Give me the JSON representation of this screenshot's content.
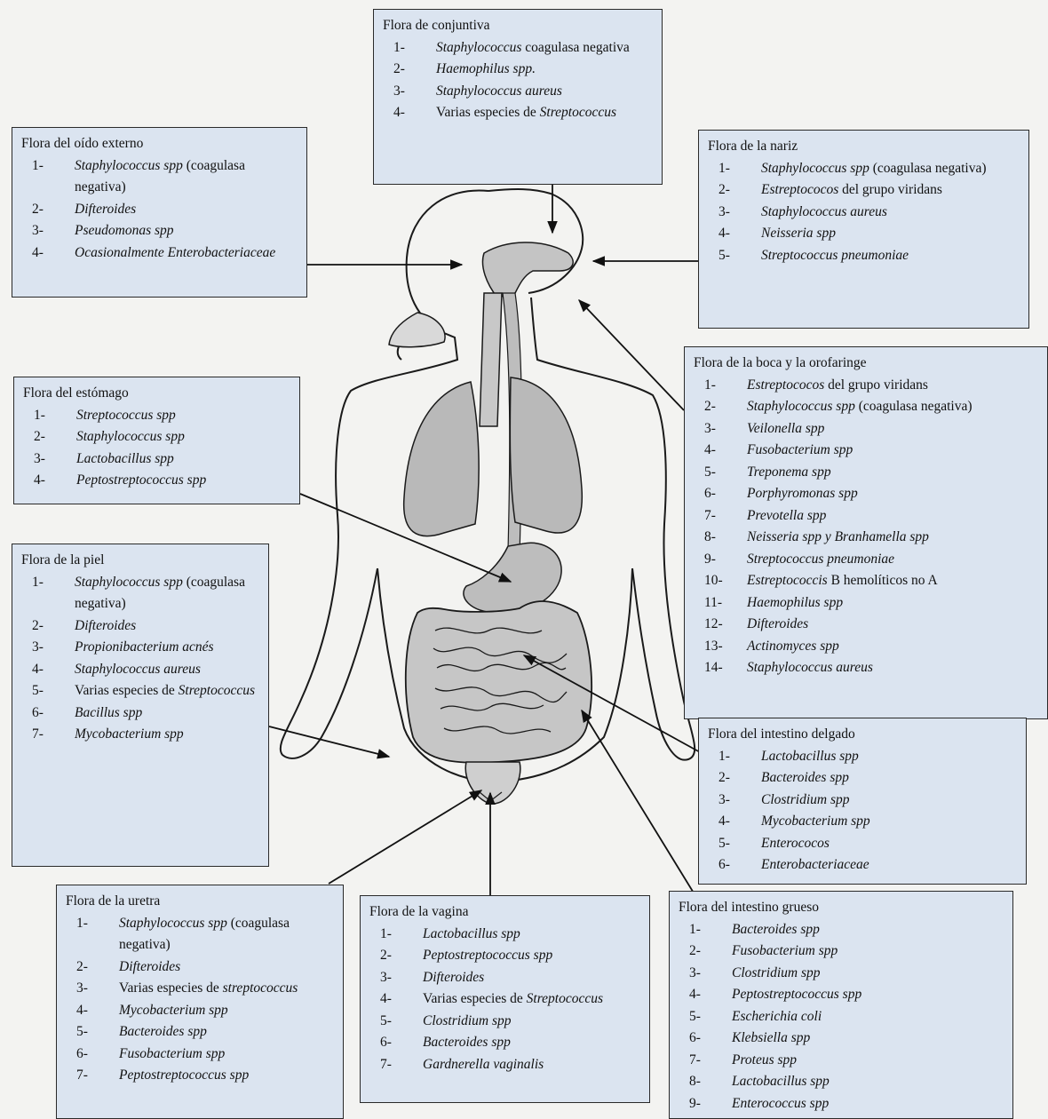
{
  "panels": {
    "conjuntiva": {
      "title": "Flora de conjuntiva",
      "items": [
        {
          "n": "1-",
          "parts": [
            {
              "t": "Staphylococcus",
              "i": true
            },
            {
              "t": " coagulasa negativa",
              "i": false
            }
          ]
        },
        {
          "n": "2-",
          "parts": [
            {
              "t": "Haemophilus spp.",
              "i": true
            }
          ]
        },
        {
          "n": "3-",
          "parts": [
            {
              "t": "Staphylococcus aureus",
              "i": true
            }
          ]
        },
        {
          "n": "4-",
          "parts": [
            {
              "t": "Varias especies de ",
              "i": false
            },
            {
              "t": "Streptococcus",
              "i": true
            }
          ]
        }
      ]
    },
    "oido": {
      "title": "Flora del oído externo",
      "items": [
        {
          "n": "1-",
          "parts": [
            {
              "t": "Staphylococcus spp",
              "i": true
            },
            {
              "t": " (coagulasa negativa)",
              "i": false
            }
          ]
        },
        {
          "n": "2-",
          "parts": [
            {
              "t": "Difteroides",
              "i": true
            }
          ]
        },
        {
          "n": "3-",
          "parts": [
            {
              "t": "Pseudomonas spp",
              "i": true
            }
          ]
        },
        {
          "n": "4-",
          "parts": [
            {
              "t": "Ocasionalmente Enterobacteriaceae",
              "i": true
            }
          ]
        }
      ]
    },
    "nariz": {
      "title": "Flora de la nariz",
      "items": [
        {
          "n": "1-",
          "parts": [
            {
              "t": "Staphylococcus spp",
              "i": true
            },
            {
              "t": " (coagulasa negativa)",
              "i": false
            }
          ]
        },
        {
          "n": "2-",
          "parts": [
            {
              "t": "Estreptococos",
              "i": true
            },
            {
              "t": " del grupo viridans",
              "i": false
            }
          ]
        },
        {
          "n": "3-",
          "parts": [
            {
              "t": "Staphylococcus aureus",
              "i": true
            }
          ]
        },
        {
          "n": "4-",
          "parts": [
            {
              "t": "Neisseria spp",
              "i": true
            }
          ]
        },
        {
          "n": "5-",
          "parts": [
            {
              "t": "Streptococcus pneumoniae",
              "i": true
            }
          ]
        }
      ]
    },
    "boca": {
      "title": "Flora de la boca y la orofaringe",
      "items": [
        {
          "n": "1-",
          "parts": [
            {
              "t": "Estreptococos",
              "i": true
            },
            {
              "t": " del grupo viridans",
              "i": false
            }
          ]
        },
        {
          "n": "2-",
          "parts": [
            {
              "t": "Staphylococcus spp",
              "i": true
            },
            {
              "t": " (coagulasa negativa)",
              "i": false
            }
          ]
        },
        {
          "n": "3-",
          "parts": [
            {
              "t": "Veilonella spp",
              "i": true
            }
          ]
        },
        {
          "n": "4-",
          "parts": [
            {
              "t": "Fusobacterium spp",
              "i": true
            }
          ]
        },
        {
          "n": "5-",
          "parts": [
            {
              "t": "Treponema spp",
              "i": true
            }
          ]
        },
        {
          "n": "6-",
          "parts": [
            {
              "t": "Porphyromonas spp",
              "i": true
            }
          ]
        },
        {
          "n": "7-",
          "parts": [
            {
              "t": "Prevotella spp",
              "i": true
            }
          ]
        },
        {
          "n": "8-",
          "parts": [
            {
              "t": "Neisseria spp y Branhamella spp",
              "i": true
            }
          ]
        },
        {
          "n": "9-",
          "parts": [
            {
              "t": "Streptococcus pneumoniae",
              "i": true
            }
          ]
        },
        {
          "n": "10-",
          "parts": [
            {
              "t": "Estreptococcis",
              "i": true
            },
            {
              "t": " B hemolíticos no A",
              "i": false
            }
          ]
        },
        {
          "n": "11-",
          "parts": [
            {
              "t": "Haemophilus spp",
              "i": true
            }
          ]
        },
        {
          "n": "12-",
          "parts": [
            {
              "t": "Difteroides",
              "i": true
            }
          ]
        },
        {
          "n": "13-",
          "parts": [
            {
              "t": "Actinomyces spp",
              "i": true
            }
          ]
        },
        {
          "n": "14-",
          "parts": [
            {
              "t": "Staphylococcus aureus",
              "i": true
            }
          ]
        }
      ]
    },
    "estomago": {
      "title": "Flora del estómago",
      "items": [
        {
          "n": "1-",
          "parts": [
            {
              "t": "Streptococcus spp",
              "i": true
            }
          ]
        },
        {
          "n": "2-",
          "parts": [
            {
              "t": "Staphylococcus spp",
              "i": true
            }
          ]
        },
        {
          "n": "3-",
          "parts": [
            {
              "t": "Lactobacillus spp",
              "i": true
            }
          ]
        },
        {
          "n": "4-",
          "parts": [
            {
              "t": "Peptostreptococcus spp",
              "i": true
            }
          ]
        }
      ]
    },
    "piel": {
      "title": "Flora de la piel",
      "items": [
        {
          "n": "1-",
          "parts": [
            {
              "t": "Staphylococcus spp",
              "i": true
            },
            {
              "t": " (coagulasa negativa)",
              "i": false
            }
          ]
        },
        {
          "n": "2-",
          "parts": [
            {
              "t": "Difteroides",
              "i": true
            }
          ]
        },
        {
          "n": "3-",
          "parts": [
            {
              "t": "Propionibacterium acnés",
              "i": true
            }
          ]
        },
        {
          "n": "4-",
          "parts": [
            {
              "t": "Staphylococcus aureus",
              "i": true
            }
          ]
        },
        {
          "n": "5-",
          "parts": [
            {
              "t": "Varias especies de ",
              "i": false
            },
            {
              "t": "Streptococcus",
              "i": true
            }
          ]
        },
        {
          "n": "6-",
          "parts": [
            {
              "t": "Bacillus spp",
              "i": true
            }
          ]
        },
        {
          "n": "7-",
          "parts": [
            {
              "t": "Mycobacterium spp",
              "i": true
            }
          ]
        }
      ]
    },
    "intestino_delgado": {
      "title": "Flora del intestino delgado",
      "items": [
        {
          "n": "1-",
          "parts": [
            {
              "t": "Lactobacillus spp",
              "i": true
            }
          ]
        },
        {
          "n": "2-",
          "parts": [
            {
              "t": "Bacteroides spp",
              "i": true
            }
          ]
        },
        {
          "n": "3-",
          "parts": [
            {
              "t": "Clostridium spp",
              "i": true
            }
          ]
        },
        {
          "n": "4-",
          "parts": [
            {
              "t": "Mycobacterium spp",
              "i": true
            }
          ]
        },
        {
          "n": "5-",
          "parts": [
            {
              "t": "Enterococos",
              "i": true
            }
          ]
        },
        {
          "n": "6-",
          "parts": [
            {
              "t": "Enterobacteriaceae",
              "i": true
            }
          ]
        }
      ]
    },
    "uretra": {
      "title": "Flora de la uretra",
      "items": [
        {
          "n": "1-",
          "parts": [
            {
              "t": "Staphylococcus spp",
              "i": true
            },
            {
              "t": " (coagulasa negativa)",
              "i": false
            }
          ]
        },
        {
          "n": "2-",
          "parts": [
            {
              "t": "Difteroides",
              "i": true
            }
          ]
        },
        {
          "n": "3-",
          "parts": [
            {
              "t": "Varias especies de ",
              "i": false
            },
            {
              "t": "streptococcus",
              "i": true
            }
          ]
        },
        {
          "n": "4-",
          "parts": [
            {
              "t": "Mycobacterium spp",
              "i": true
            }
          ]
        },
        {
          "n": "5-",
          "parts": [
            {
              "t": "Bacteroides spp",
              "i": true
            }
          ]
        },
        {
          "n": "6-",
          "parts": [
            {
              "t": "Fusobacterium spp",
              "i": true
            }
          ]
        },
        {
          "n": "7-",
          "parts": [
            {
              "t": "Peptostreptococcus spp",
              "i": true
            }
          ]
        }
      ]
    },
    "vagina": {
      "title": "Flora de la vagina",
      "items": [
        {
          "n": "1-",
          "parts": [
            {
              "t": "Lactobacillus spp",
              "i": true
            }
          ]
        },
        {
          "n": "2-",
          "parts": [
            {
              "t": "Peptostreptococcus spp",
              "i": true
            }
          ]
        },
        {
          "n": "3-",
          "parts": [
            {
              "t": "Difteroides",
              "i": true
            }
          ]
        },
        {
          "n": "4-",
          "parts": [
            {
              "t": "Varias especies de ",
              "i": false
            },
            {
              "t": "Streptococcus",
              "i": true
            }
          ]
        },
        {
          "n": "5-",
          "parts": [
            {
              "t": "Clostridium spp",
              "i": true
            }
          ]
        },
        {
          "n": "6-",
          "parts": [
            {
              "t": "Bacteroides spp",
              "i": true
            }
          ]
        },
        {
          "n": "7-",
          "parts": [
            {
              "t": "Gardnerella vaginalis",
              "i": true
            }
          ]
        }
      ]
    },
    "intestino_grueso": {
      "title": "Flora del intestino grueso",
      "items": [
        {
          "n": "1-",
          "parts": [
            {
              "t": "Bacteroides spp",
              "i": true
            }
          ]
        },
        {
          "n": "2-",
          "parts": [
            {
              "t": "Fusobacterium spp",
              "i": true
            }
          ]
        },
        {
          "n": "3-",
          "parts": [
            {
              "t": "Clostridium spp",
              "i": true
            }
          ]
        },
        {
          "n": "4-",
          "parts": [
            {
              "t": "Peptostreptococcus spp",
              "i": true
            }
          ]
        },
        {
          "n": "5-",
          "parts": [
            {
              "t": "Escherichia coli",
              "i": true
            }
          ]
        },
        {
          "n": "6-",
          "parts": [
            {
              "t": "Klebsiella spp",
              "i": true
            }
          ]
        },
        {
          "n": "7-",
          "parts": [
            {
              "t": "Proteus spp",
              "i": true
            }
          ]
        },
        {
          "n": "8-",
          "parts": [
            {
              "t": "Lactobacillus spp",
              "i": true
            }
          ]
        },
        {
          "n": "9-",
          "parts": [
            {
              "t": "Enterococcus spp",
              "i": true
            }
          ]
        }
      ]
    }
  },
  "colors": {
    "panel_fill": "#dbe4f0",
    "panel_border": "#2a2a2a",
    "line": "#111111",
    "organ_fill": "#b9b9b9"
  }
}
